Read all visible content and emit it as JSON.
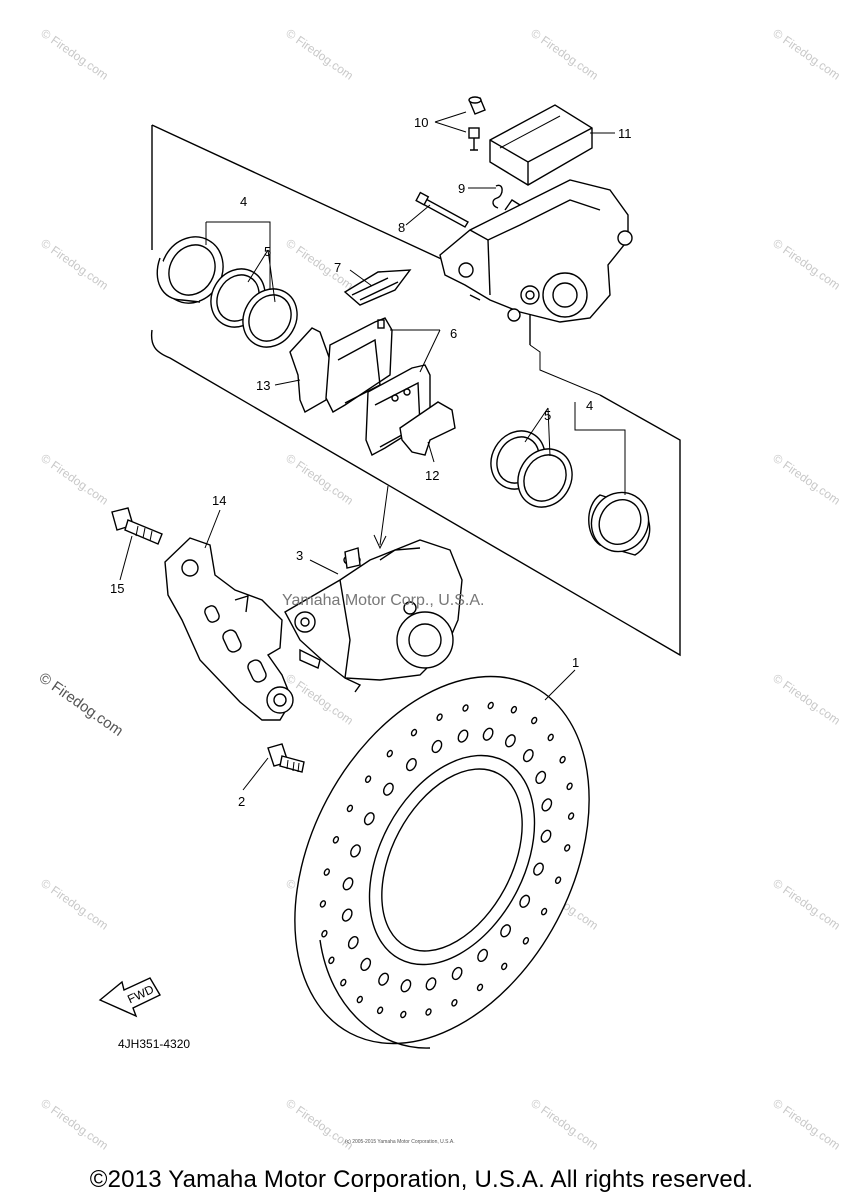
{
  "diagram": {
    "part_code": "4JH351-4320",
    "watermark_text": "© Firedog.com",
    "center_stamp": "Yamaha Motor Corp., U.S.A.",
    "side_watermark": "© Firedog.com",
    "fwd_label": "FWD",
    "small_credit": "(c) 2005-2015 Yamaha Motor Corporation, U.S.A.",
    "callouts": {
      "c1": "1",
      "c2": "2",
      "c3": "3",
      "c4a": "4",
      "c4b": "4",
      "c5a": "5",
      "c5b": "5",
      "c6": "6",
      "c7": "7",
      "c8": "8",
      "c9": "9",
      "c10": "10",
      "c11": "11",
      "c12": "12",
      "c13": "13",
      "c14": "14",
      "c15": "15"
    }
  },
  "footer": {
    "copyright": "©2013 Yamaha Motor Corporation, U.S.A. All rights reserved."
  }
}
